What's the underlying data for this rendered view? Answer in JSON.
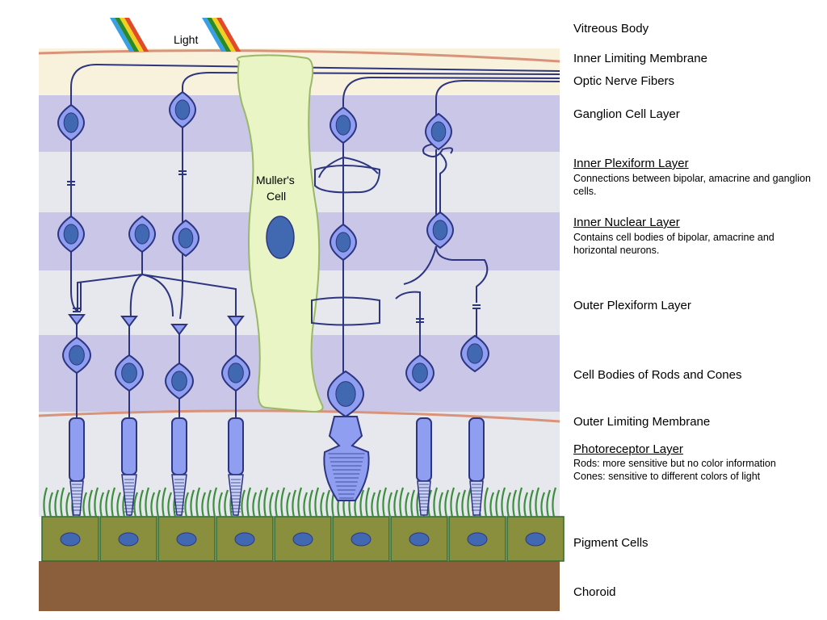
{
  "labels": {
    "light": "Light",
    "muller_cell": [
      "Muller's",
      "Cell"
    ],
    "vitreous_body": "Vitreous Body",
    "inner_limiting_membrane": "Inner Limiting Membrane",
    "optic_nerve_fibers": "Optic Nerve Fibers",
    "ganglion_cell_layer": "Ganglion Cell Layer",
    "inner_plexiform_layer": "Inner Plexiform Layer",
    "inner_plexiform_desc": "Connections between bipolar, amacrine and ganglion cells.",
    "inner_nuclear_layer": "Inner Nuclear Layer",
    "inner_nuclear_desc": "Contains cell bodies of bipolar, amacrine and horizontal neurons.",
    "outer_plexiform_layer": "Outer Plexiform Layer",
    "rods_cones_bodies": "Cell Bodies of Rods and Cones",
    "outer_limiting_membrane": "Outer Limiting Membrane",
    "photoreceptor_layer": "Photoreceptor Layer",
    "rods_desc": "Rods: more sensitive but no color information",
    "cones_desc": "Cones: sensitive to different colors of light",
    "pigment_cells": "Pigment Cells",
    "choroid": "Choroid"
  },
  "colors": {
    "vitreous": "#f8f1dc",
    "purple_band": "#c9c6e8",
    "pale_band": "#e6e8ee",
    "membrane": "#d9937a",
    "neuron_fill": "#8f9ef0",
    "neuron_stroke": "#2e3580",
    "nucleus": "#4169b1",
    "muller": "#e9f5c4",
    "muller_stroke": "#9ab866",
    "pigment": "#8a8f3d",
    "pigment_stroke": "#2f6b2f",
    "cilia": "#3d8f3d",
    "choroid": "#8b5e3c"
  }
}
